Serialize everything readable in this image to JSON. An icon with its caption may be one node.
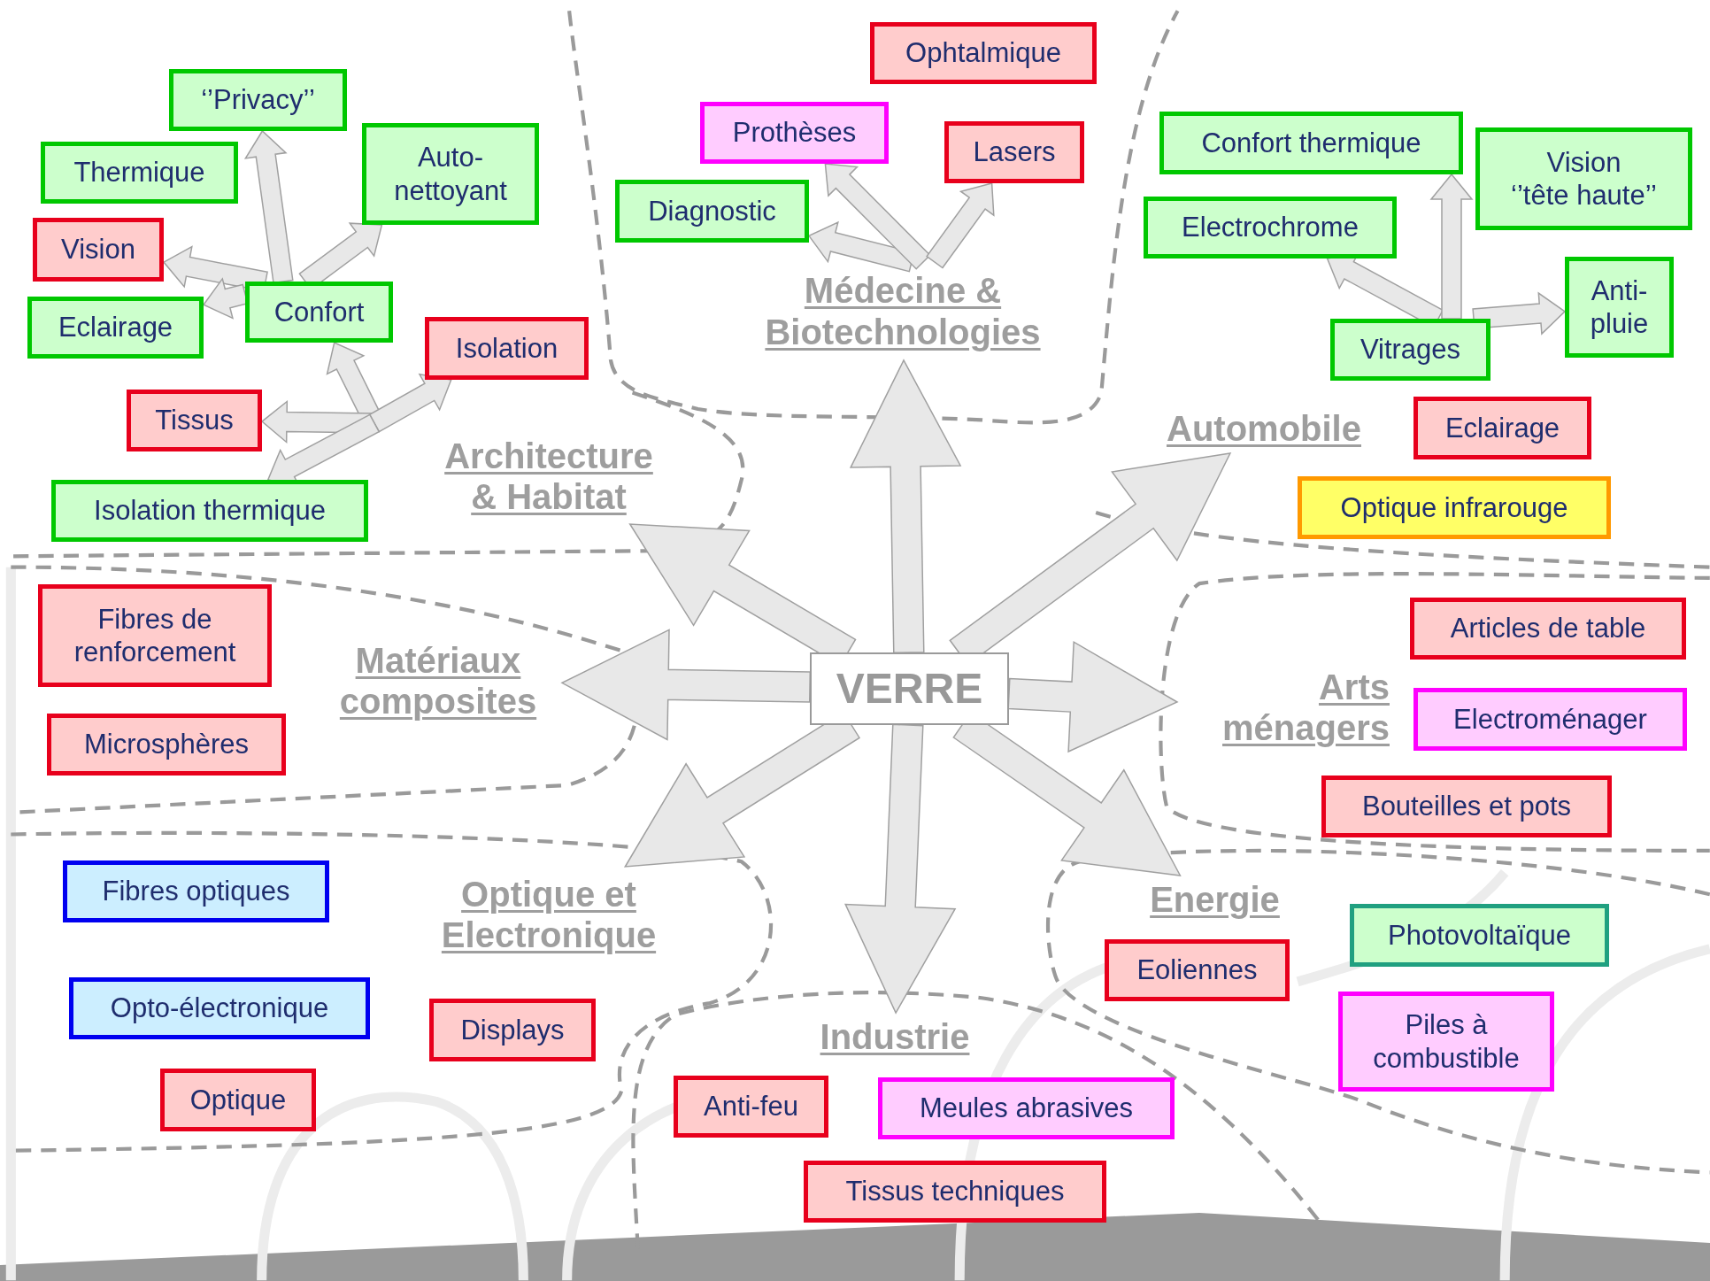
{
  "diagram": {
    "nodes": [
      {
        "text": [
          "‘’Privacy’’"
        ]
      },
      {
        "text": [
          "Thermique"
        ]
      },
      {
        "text": [
          "Auto- nettoyant"
        ]
      },
      {
        "text": [
          "Vision"
        ]
      },
      {
        "text": [
          "Eclairage"
        ]
      },
      {
        "text": [
          "Confort"
        ]
      },
      {
        "text": [
          "Isolation"
        ]
      },
      {
        "text": [
          "Tissus"
        ]
      },
      {
        "text": [
          "Architecture & Habitat"
        ]
      },
      {
        "text": [
          "Isolation thermique"
        ]
      },
      {
        "text": [
          "Ophtalmique"
        ]
      },
      {
        "text": [
          "Prothèses"
        ]
      },
      {
        "text": [
          "Lasers"
        ]
      },
      {
        "text": [
          "Diagnostic"
        ]
      },
      {
        "text": [
          "Médecine & Biotechnologies"
        ]
      },
      {
        "text": [
          "Confort thermique"
        ]
      },
      {
        "text": [
          "Vision ‘’tête haute’’"
        ]
      },
      {
        "text": [
          "Electrochrome"
        ]
      },
      {
        "text": [
          "Anti- pluie"
        ]
      },
      {
        "text": [
          "Vitrages"
        ]
      },
      {
        "text": [
          "Automobile"
        ]
      },
      {
        "text": [
          "Eclairage"
        ]
      },
      {
        "text": [
          "Optique infrarouge"
        ]
      },
      {
        "text": [
          "Fibres de renforcement"
        ]
      },
      {
        "text": [
          "Matériaux composites"
        ]
      },
      {
        "text": [
          "VERRE"
        ]
      },
      {
        "text": [
          "Articles de table"
        ]
      },
      {
        "text": [
          "Arts ménagers"
        ]
      },
      {
        "text": [
          "Microsphères"
        ]
      },
      {
        "text": [
          "Electroménager"
        ]
      },
      {
        "text": [
          "Bouteilles et pots"
        ]
      },
      {
        "text": [
          "Fibres optiques"
        ]
      },
      {
        "text": [
          "Optique et Electronique"
        ]
      },
      {
        "text": [
          "Energie"
        ]
      },
      {
        "text": [
          "Photovoltaïque"
        ]
      },
      {
        "text": [
          "Opto-électronique"
        ]
      },
      {
        "text": [
          "Displays"
        ]
      },
      {
        "text": [
          "Eoliennes"
        ]
      },
      {
        "text": [
          "Industrie"
        ]
      },
      {
        "text": [
          "Piles à combustible"
        ]
      },
      {
        "text": [
          "Optique"
        ]
      },
      {
        "text": [
          "Anti-feu"
        ]
      },
      {
        "text": [
          "Meules abrasives"
        ]
      },
      {
        "text": [
          "Tissus techniques"
        ]
      }
    ],
    "edges": [
      {
        "from": 25,
        "to": 14,
        "arrow": "to"
      },
      {
        "from": 25,
        "to": 20,
        "arrow": "to"
      },
      {
        "from": 25,
        "to": 27,
        "arrow": "to"
      },
      {
        "from": 25,
        "to": 33,
        "arrow": "to"
      },
      {
        "from": 25,
        "to": 38,
        "arrow": "to"
      },
      {
        "from": 25,
        "to": 32,
        "arrow": "to"
      },
      {
        "from": 25,
        "to": 24,
        "arrow": "to"
      },
      {
        "from": 25,
        "to": 8,
        "arrow": "to"
      },
      {
        "from": 5,
        "to": 0,
        "arrow": "to"
      },
      {
        "from": 5,
        "to": 3,
        "arrow": "to"
      },
      {
        "from": 5,
        "to": 2,
        "arrow": "to"
      },
      {
        "from": 5,
        "to": 4,
        "arrow": "to"
      },
      {
        "from": null,
        "to": 5,
        "arrow": "to"
      },
      {
        "from": null,
        "to": 7,
        "arrow": "to"
      },
      {
        "from": null,
        "to": 6,
        "arrow": "to"
      },
      {
        "from": null,
        "to": 9,
        "arrow": "to"
      },
      {
        "from": 14,
        "to": 13,
        "arrow": "to"
      },
      {
        "from": 14,
        "to": 11,
        "arrow": "to"
      },
      {
        "from": 14,
        "to": 12,
        "arrow": "to"
      },
      {
        "from": 19,
        "to": 17,
        "arrow": "to"
      },
      {
        "from": 19,
        "to": 15,
        "arrow": "to"
      },
      {
        "from": 19,
        "to": 18,
        "arrow": "to"
      }
    ]
  }
}
